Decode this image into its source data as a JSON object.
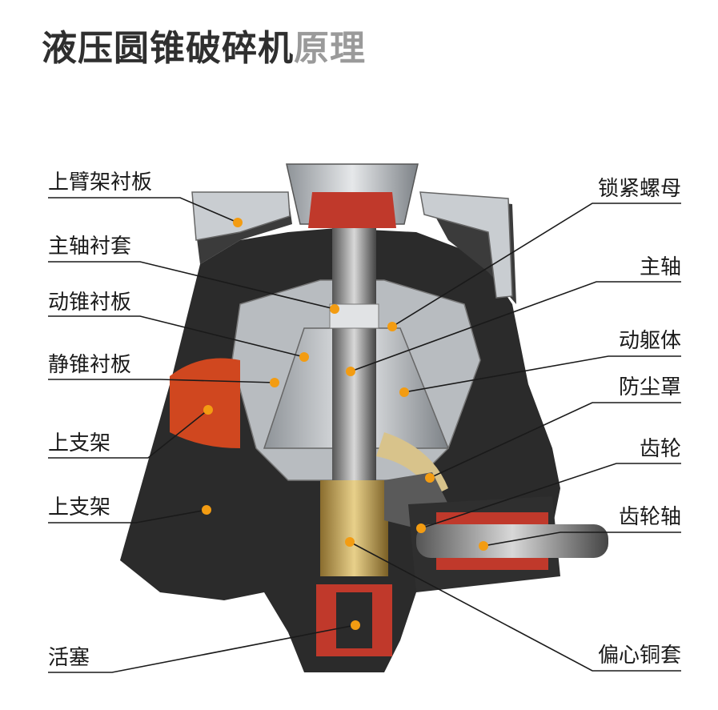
{
  "title": {
    "main": "液压圆锥破碎机",
    "accent": "原理"
  },
  "colors": {
    "text": "#1a1a1a",
    "title_main": "#2f2f2f",
    "title_accent": "#9a9a9a",
    "marker": "#f39c12",
    "red_parts": "#c0392b",
    "dark_body": "#2b2b2b",
    "steel": "#b8bcc0"
  },
  "labels_left": [
    "上臂架衬板",
    "主轴衬套",
    "动锥衬板",
    "静锥衬板",
    "上支架",
    "上支架",
    "活塞"
  ],
  "labels_right": [
    "锁紧螺母",
    "主轴",
    "动躯体",
    "防尘罩",
    "齿轮",
    "齿轮轴",
    "偏心铜套"
  ]
}
